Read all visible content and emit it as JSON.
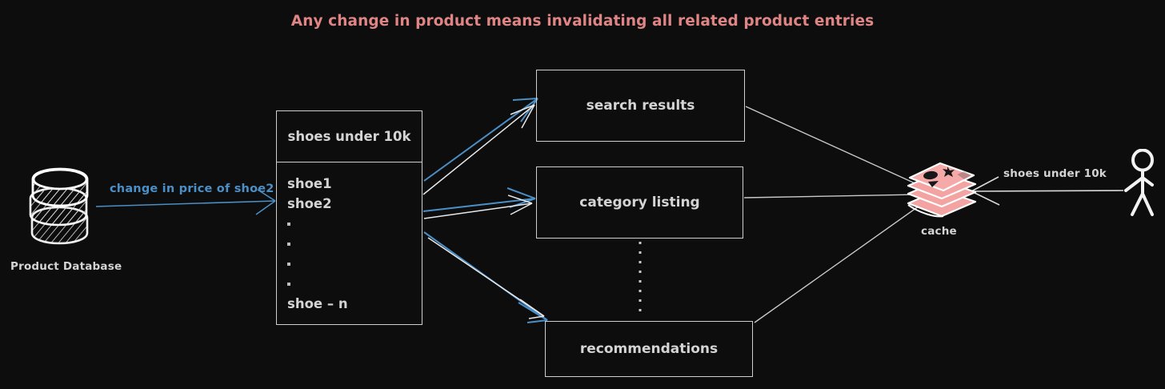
{
  "title": "Any change in product means invalidating all related product entries",
  "colors": {
    "background": "#0d0d0d",
    "stroke": "#cfcfcf",
    "text": "#d4d4d4",
    "accent_title": "#e08585",
    "accent_blue": "#4b8fc7",
    "cache_pink": "#f09c9c"
  },
  "database": {
    "label": "Product Database",
    "icon": "database-cylinder-icon"
  },
  "edges": {
    "db_to_list": {
      "label": "change in price of shoe2",
      "color": "#4b8fc7"
    },
    "cache_to_user": {
      "label": "shoes under 10k",
      "color": "#cfcfcf"
    }
  },
  "list_panel": {
    "header": "shoes under 10k",
    "items": [
      "shoe1",
      "shoe2"
    ],
    "dots": [
      "▪",
      "▪",
      "▪",
      "▪"
    ],
    "last_item": "shoe – n"
  },
  "nodes": [
    {
      "id": "search-results",
      "label": "search results"
    },
    {
      "id": "category-listing",
      "label": "category listing"
    },
    {
      "id": "recommendations",
      "label": "recommendations"
    }
  ],
  "cache": {
    "label": "cache",
    "icon": "cache-stack-icon"
  },
  "user": {
    "icon": "stick-figure-user-icon"
  }
}
